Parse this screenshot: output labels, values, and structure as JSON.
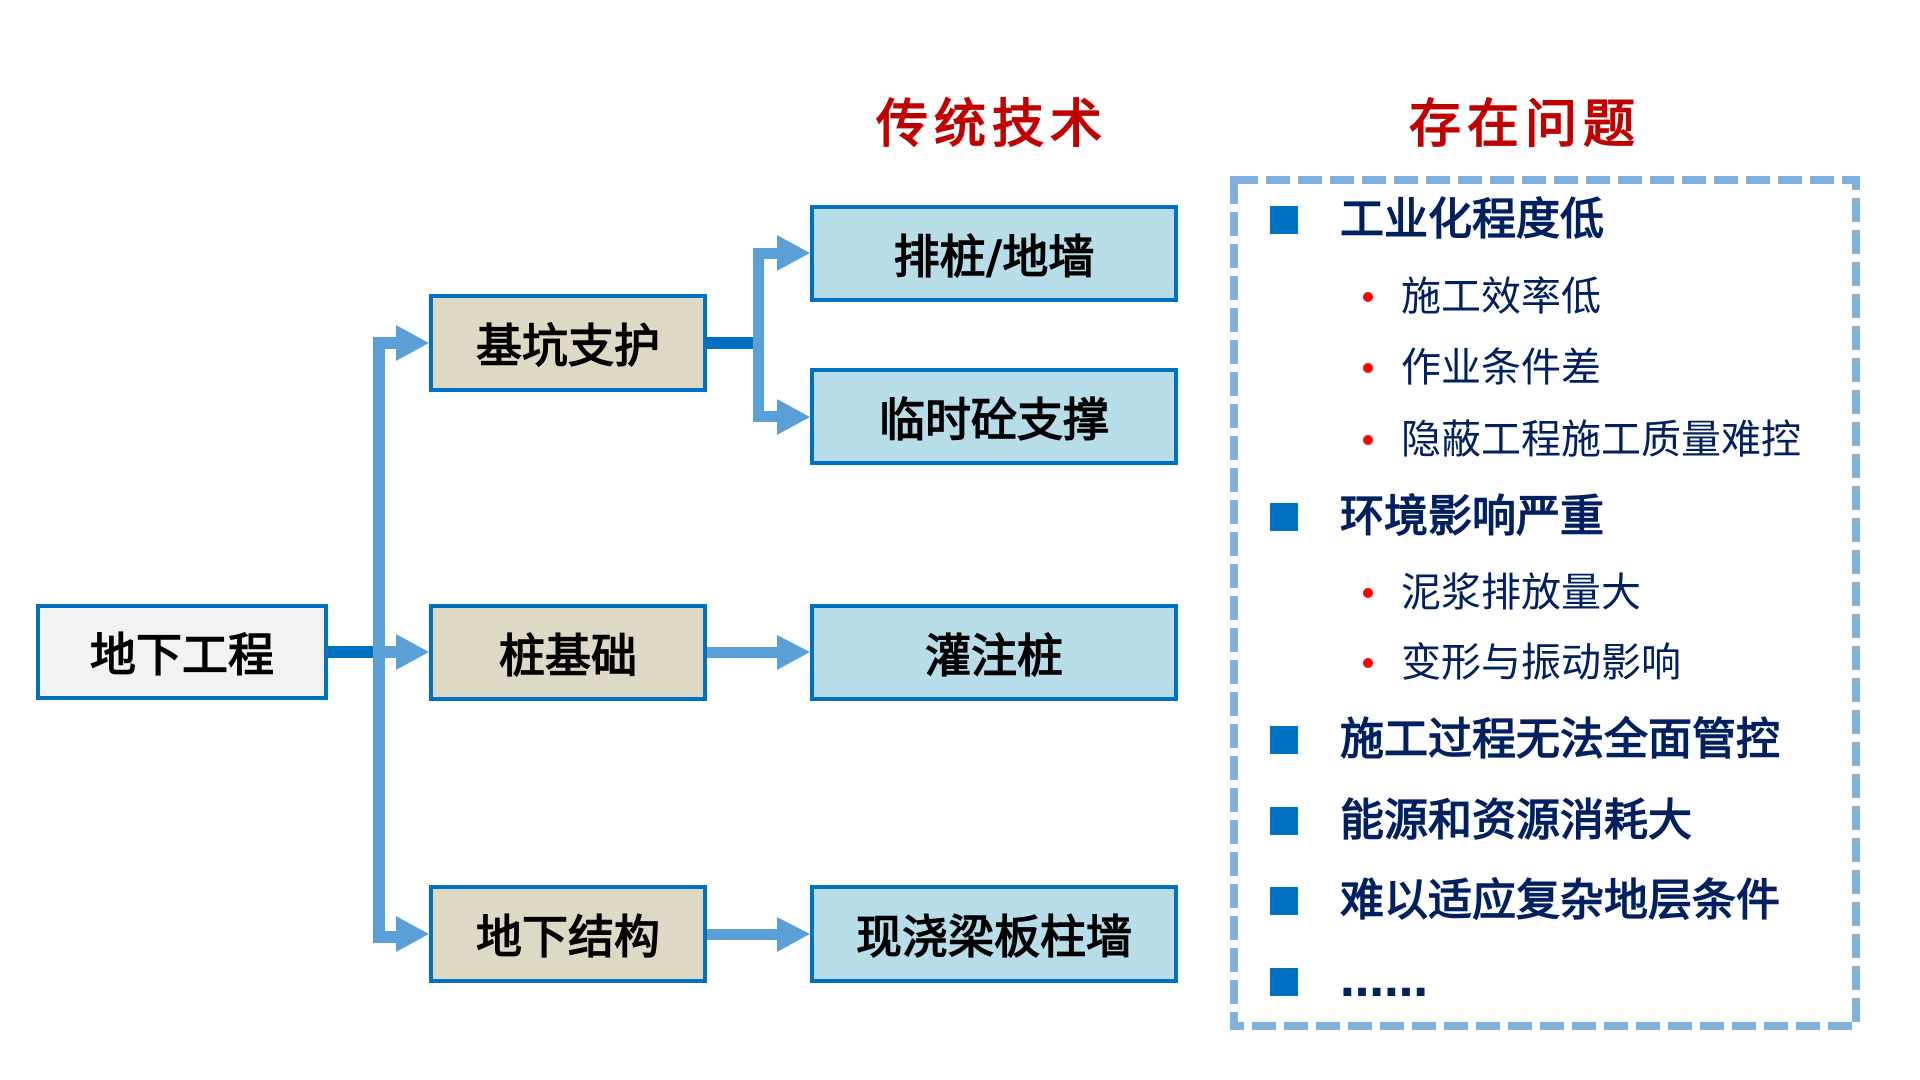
{
  "headers": {
    "traditional_tech": "传统技术",
    "existing_problems": "存在问题"
  },
  "tree": {
    "root": "地下工程",
    "categories": [
      {
        "label": "基坑支护",
        "techniques": [
          "排桩/地墙",
          "临时砼支撑"
        ]
      },
      {
        "label": "桩基础",
        "techniques": [
          "灌注桩"
        ]
      },
      {
        "label": "地下结构",
        "techniques": [
          "现浇梁板柱墙"
        ]
      }
    ]
  },
  "problems": [
    {
      "heading": "工业化程度低",
      "subitems": [
        "施工效率低",
        "作业条件差",
        "隐蔽工程施工质量难控"
      ]
    },
    {
      "heading": "环境影响严重",
      "subitems": [
        "泥浆排放量大",
        "变形与振动影响"
      ]
    },
    {
      "heading": "施工过程无法全面管控",
      "subitems": []
    },
    {
      "heading": "能源和资源消耗大",
      "subitems": []
    },
    {
      "heading": "难以适应复杂地层条件",
      "subitems": []
    },
    {
      "heading": "……",
      "subitems": []
    }
  ],
  "colors": {
    "title_red": "#c00000",
    "node_border": "#0070c0",
    "root_fill": "#f2f2f2",
    "category_fill": "#ddd9c4",
    "technique_fill": "#b7dde8",
    "connector_light": "#5b9fd7",
    "connector_dark": "#0070c0",
    "problem_text": "#002060",
    "square_bullet": "#0070c0",
    "round_bullet": "#ff0000",
    "panel_dash": "#7fb2df"
  }
}
